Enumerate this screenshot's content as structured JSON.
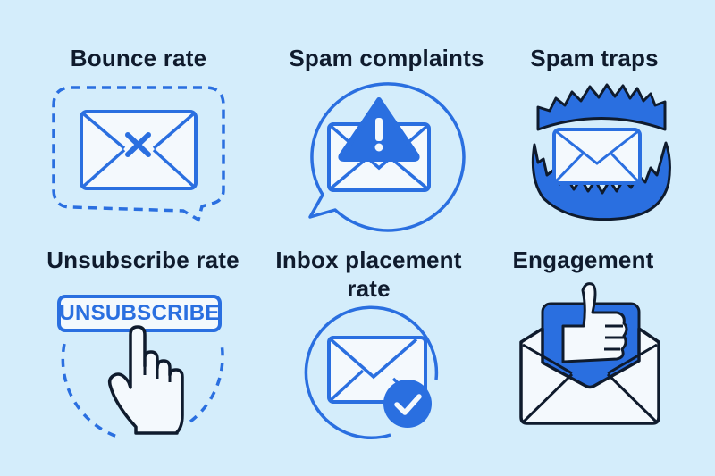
{
  "colors": {
    "background": "#d4edfb",
    "accent": "#2a6fe0",
    "text": "#0f1b2d",
    "envelope_fill": "#f4f9fd"
  },
  "metrics": [
    {
      "label": "Bounce rate",
      "icon": "envelope-x-in-dashed-bubble-icon"
    },
    {
      "label": "Spam complaints",
      "icon": "envelope-warning-speech-bubble-icon"
    },
    {
      "label": "Spam traps",
      "icon": "envelope-bear-trap-icon"
    },
    {
      "label": "Unsubscribe rate",
      "icon": "hand-clicking-unsubscribe-icon",
      "button_label": "UNSUBSCRIBE"
    },
    {
      "label_line1": "Inbox placement",
      "label_line2": "rate",
      "icon": "envelope-check-circle-icon"
    },
    {
      "label": "Engagement",
      "icon": "envelope-thumbs-up-icon"
    }
  ]
}
